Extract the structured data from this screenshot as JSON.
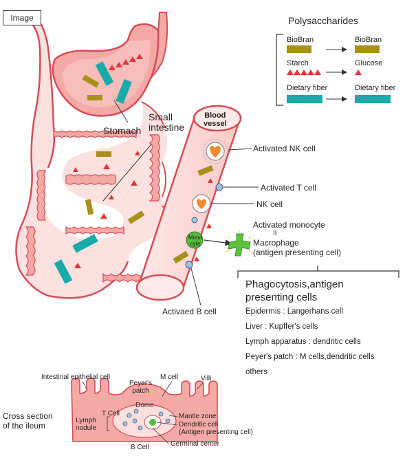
{
  "badge": "Image",
  "legend": {
    "title": "Polysaccharides",
    "rows": [
      {
        "left": "BioBran",
        "right": "BioBran"
      },
      {
        "left": "Starch",
        "right": "Glucose"
      },
      {
        "left": "Dietary fiber",
        "right": "Dietary fiber"
      }
    ]
  },
  "organs": {
    "stomach": "Stomach",
    "small_intestine_1": "Small",
    "small_intestine_2": "intestine",
    "blood_vessel_1": "Blood",
    "blood_vessel_2": "vessel"
  },
  "cells": {
    "activated_nk": "Activated NK cell",
    "activated_t": "Activated T cell",
    "nk": "NK cell",
    "activated_monocyte": "Activated monocyte",
    "equals": "II",
    "macrophage": "Macrophage",
    "apc": "(antigen presenting cell)",
    "monocyte_1": "Mono",
    "monocyte_2": "cyte",
    "activated_b": "Activaed B cell"
  },
  "phagocytosis": {
    "title_1": "Phagocytosis,antigen",
    "title_2": "presenting cells",
    "items": [
      "Epidermis : Langerhans cell",
      "Liver : Kupffer's cells",
      "Lymph apparatus : dendritic cells",
      "Peyer's patch : M cells,dendritic cells",
      "others"
    ]
  },
  "ileum": {
    "title_1": "Cross section",
    "title_2": "of the ileum",
    "epithelial": "Intestinal epithelial cell",
    "m_cell": "M cell",
    "peyers_1": "Peyer's",
    "peyers_2": "patch",
    "villi": "Villi",
    "dome": "Dome",
    "t_cell": "T Cell",
    "lymph_1": "Lymph",
    "lymph_2": "nodule",
    "mantle": "Mantle zone",
    "dendritic": "Dendritic cell",
    "dendritic_apc": "(Antigen presenting cell)",
    "germinal": "Germinal center",
    "b_cell": "B Cell"
  },
  "colors": {
    "outline": "#d64b55",
    "tissue": "#f4a9a6",
    "tissue_light": "#fbe1df",
    "biobran": "#a8901c",
    "fiber": "#1aaaaa",
    "starch": "#e03838",
    "nk": "#f08a30",
    "lymphocyte": "#9cc2e8",
    "monocyte": "#59b93a",
    "macrophage": "#5fc23c"
  }
}
